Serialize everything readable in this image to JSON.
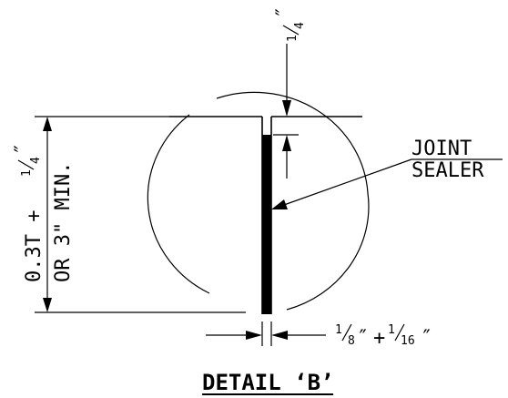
{
  "diagram": {
    "top_dimension": "1/4\"",
    "top_dimension_parts": {
      "numerator": "1",
      "denominator": "4",
      "inch": "″"
    },
    "left_dimension_line1": "0.3T + 1/4\"",
    "left_dimension_line1_parts": {
      "prefix": "0.3T + ",
      "numerator": "1",
      "denominator": "4",
      "inch": "″"
    },
    "left_dimension_line2": "OR 3\" MIN.",
    "callout_line1": "JOINT",
    "callout_line2": "SEALER",
    "bottom_dimension": "1/8\"+1/16\"",
    "bottom_dimension_parts": {
      "num1": "1",
      "den1": "8",
      "inch": "″",
      "plus": "+",
      "num2": "1",
      "den2": "16"
    },
    "title": "DETAIL 'B'",
    "title_parts": {
      "prefix": "DETAIL ",
      "open_quote": "‘",
      "letter": "B",
      "close_quote": "’"
    }
  }
}
